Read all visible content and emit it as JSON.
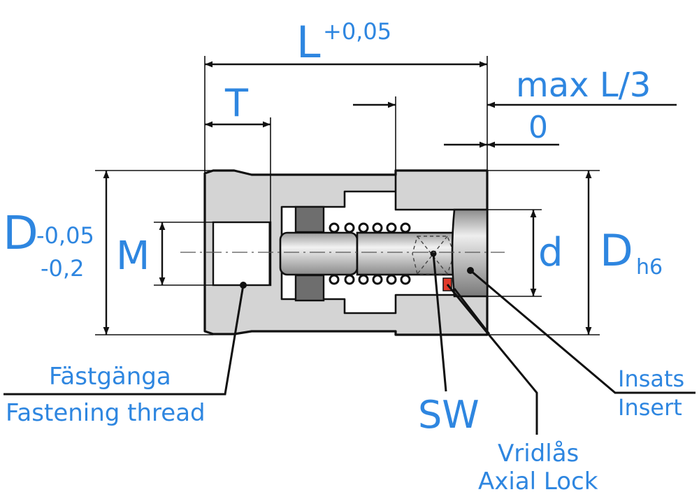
{
  "labels": {
    "length": "L",
    "length_tol": "+0,05",
    "thread_depth": "T",
    "offset_max": "max L/3",
    "offset_min": "0",
    "outer_dia_left": "D",
    "outer_dia_tol_upper": "-0,05",
    "outer_dia_tol_lower": "-0,2",
    "thread_size": "M",
    "pin_dia": "d",
    "outer_dia_right": "D",
    "outer_dia_fit": "h6",
    "wrench_size": "SW",
    "fastening_thread_sv": "Fästgänga",
    "fastening_thread_en": "Fastening thread",
    "insert_sv": "Insats",
    "insert_en": "Insert",
    "axial_lock_sv": "Vridlås",
    "axial_lock_en": "Axial Lock"
  },
  "colors": {
    "label": "#2e86e0",
    "body_fill": "#d4d4d4",
    "washer_fill": "#6e6e6e",
    "outline": "#111111",
    "lock_accent": "#e23a2a"
  }
}
